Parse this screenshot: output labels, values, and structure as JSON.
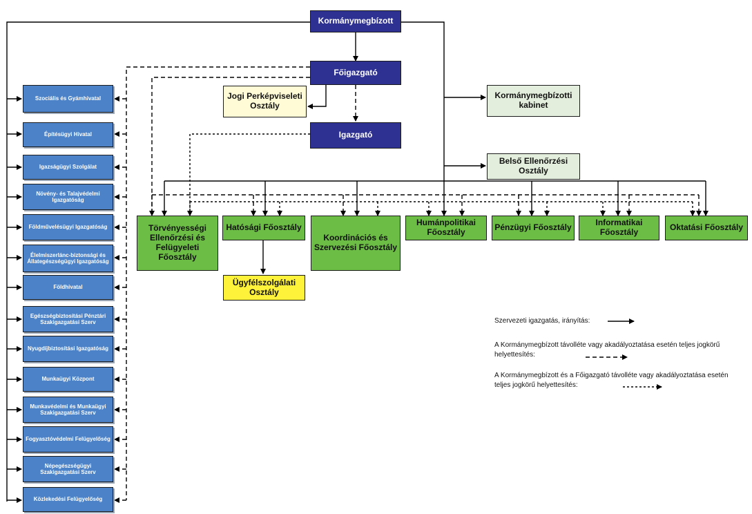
{
  "top": {
    "government_commissioner": "Kormánymegbízott",
    "director_general": "Főigazgató",
    "legal_department": "Jogi Perképviseleti Osztály",
    "director": "Igazgató",
    "cabinet": "Kormánymegbízotti kabinet",
    "internal_audit": "Belső Ellenőrzési Osztály"
  },
  "main_departments": [
    "Törvényességi Ellenőrzési és Felügyeleti Főosztály",
    "Hatósági Főosztály",
    "Koordinációs és Szervezési Főosztály",
    "Humánpolitikai Főosztály",
    "Pénzügyi Főosztály",
    "Informatikai Főosztály",
    "Oktatási Főosztály"
  ],
  "customer_service": "Ügyfélszolgálati Osztály",
  "offices": [
    "Szociális és Gyámhivatal",
    "Építésügyi Hivatal",
    "Igazságügyi Szolgálat",
    "Növény- és Talajvédelmi Igazgatóság",
    "Földművelésügyi Igazgatóság",
    "Élelmiszerlánc-biztonsági és Állategészségügyi Igazgatóság",
    "Földhivatal",
    "Egészségbiztosítási Pénztári Szakigazgatási Szerv",
    "Nyugdíjbiztosítási Igazgatóság",
    "Munkaügyi Központ",
    "Munkavédelmi és Munkaügyi Szakigazgatási Szerv",
    "Fogyasztóvédelmi Felügyelőség",
    "Népegészségügyi Szakigazgatási Szerv",
    "Közlekedési Felügyelőség"
  ],
  "legend": {
    "solid": "Szervezeti igazgatás, irányítás:",
    "dashed": "A Kormánymegbízott távolléte vagy akadályoztatása esetén teljes jogkörű helyettesítés:",
    "dotted": "A Kormánymegbízott és a Főigazgató távolléte vagy akadályoztatása esetén teljes jogkörű helyettesítés:"
  }
}
